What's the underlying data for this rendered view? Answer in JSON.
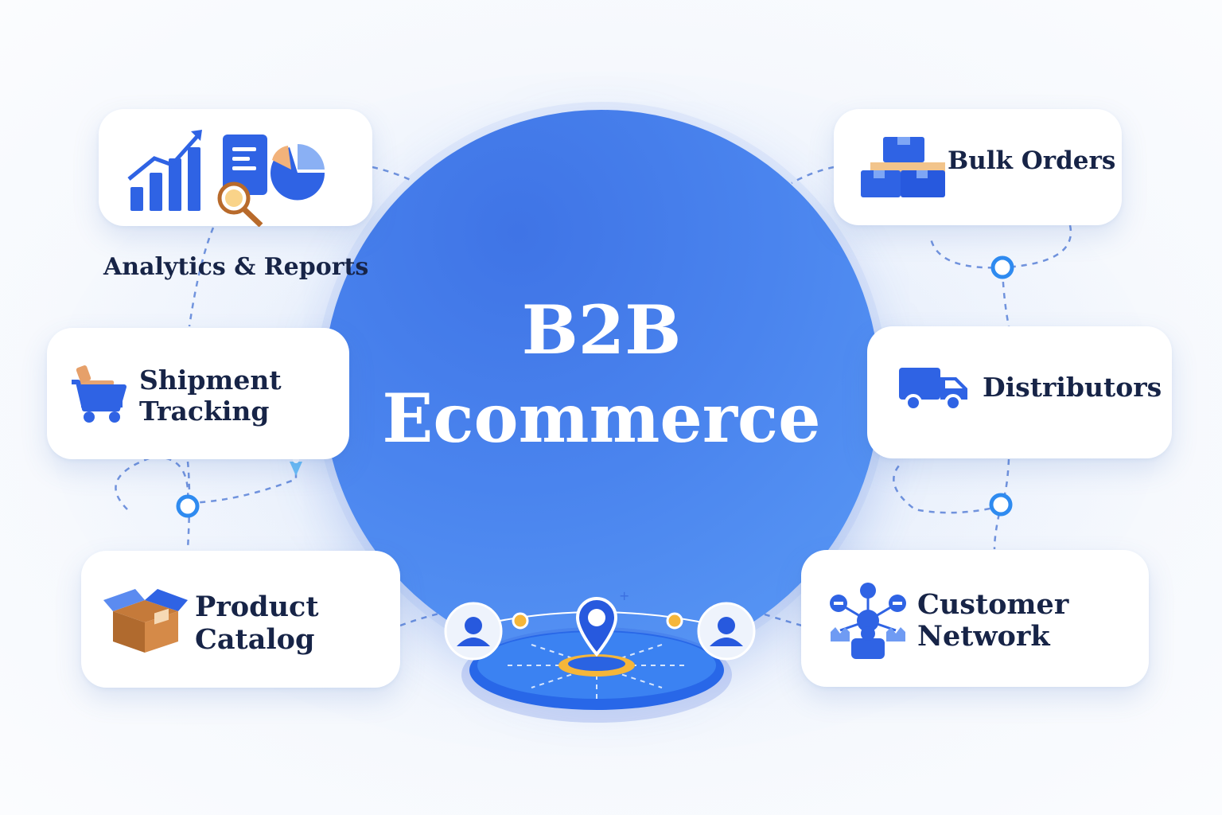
{
  "hub": {
    "title": "B2B\nEcommerce"
  },
  "features": {
    "analytics": {
      "label": "Analytics & Reports",
      "icon": "analytics-icon"
    },
    "shipment": {
      "label": "Shipment\nTracking",
      "icon": "shopping-cart-icon"
    },
    "catalog": {
      "label": "Product\nCatalog",
      "icon": "open-box-icon"
    },
    "bulk_orders": {
      "label": "Bulk Orders",
      "icon": "stacked-boxes-icon"
    },
    "distributors": {
      "label": "Distributors",
      "icon": "delivery-truck-icon"
    },
    "customer_network": {
      "label": "Customer\nNetwork",
      "icon": "network-icon"
    }
  },
  "colors": {
    "primary": "#2f5fe0",
    "hub_light": "#5b9bf6",
    "text": "#172447",
    "accent_orange": "#f5a623",
    "connector": "#5b82d8"
  }
}
